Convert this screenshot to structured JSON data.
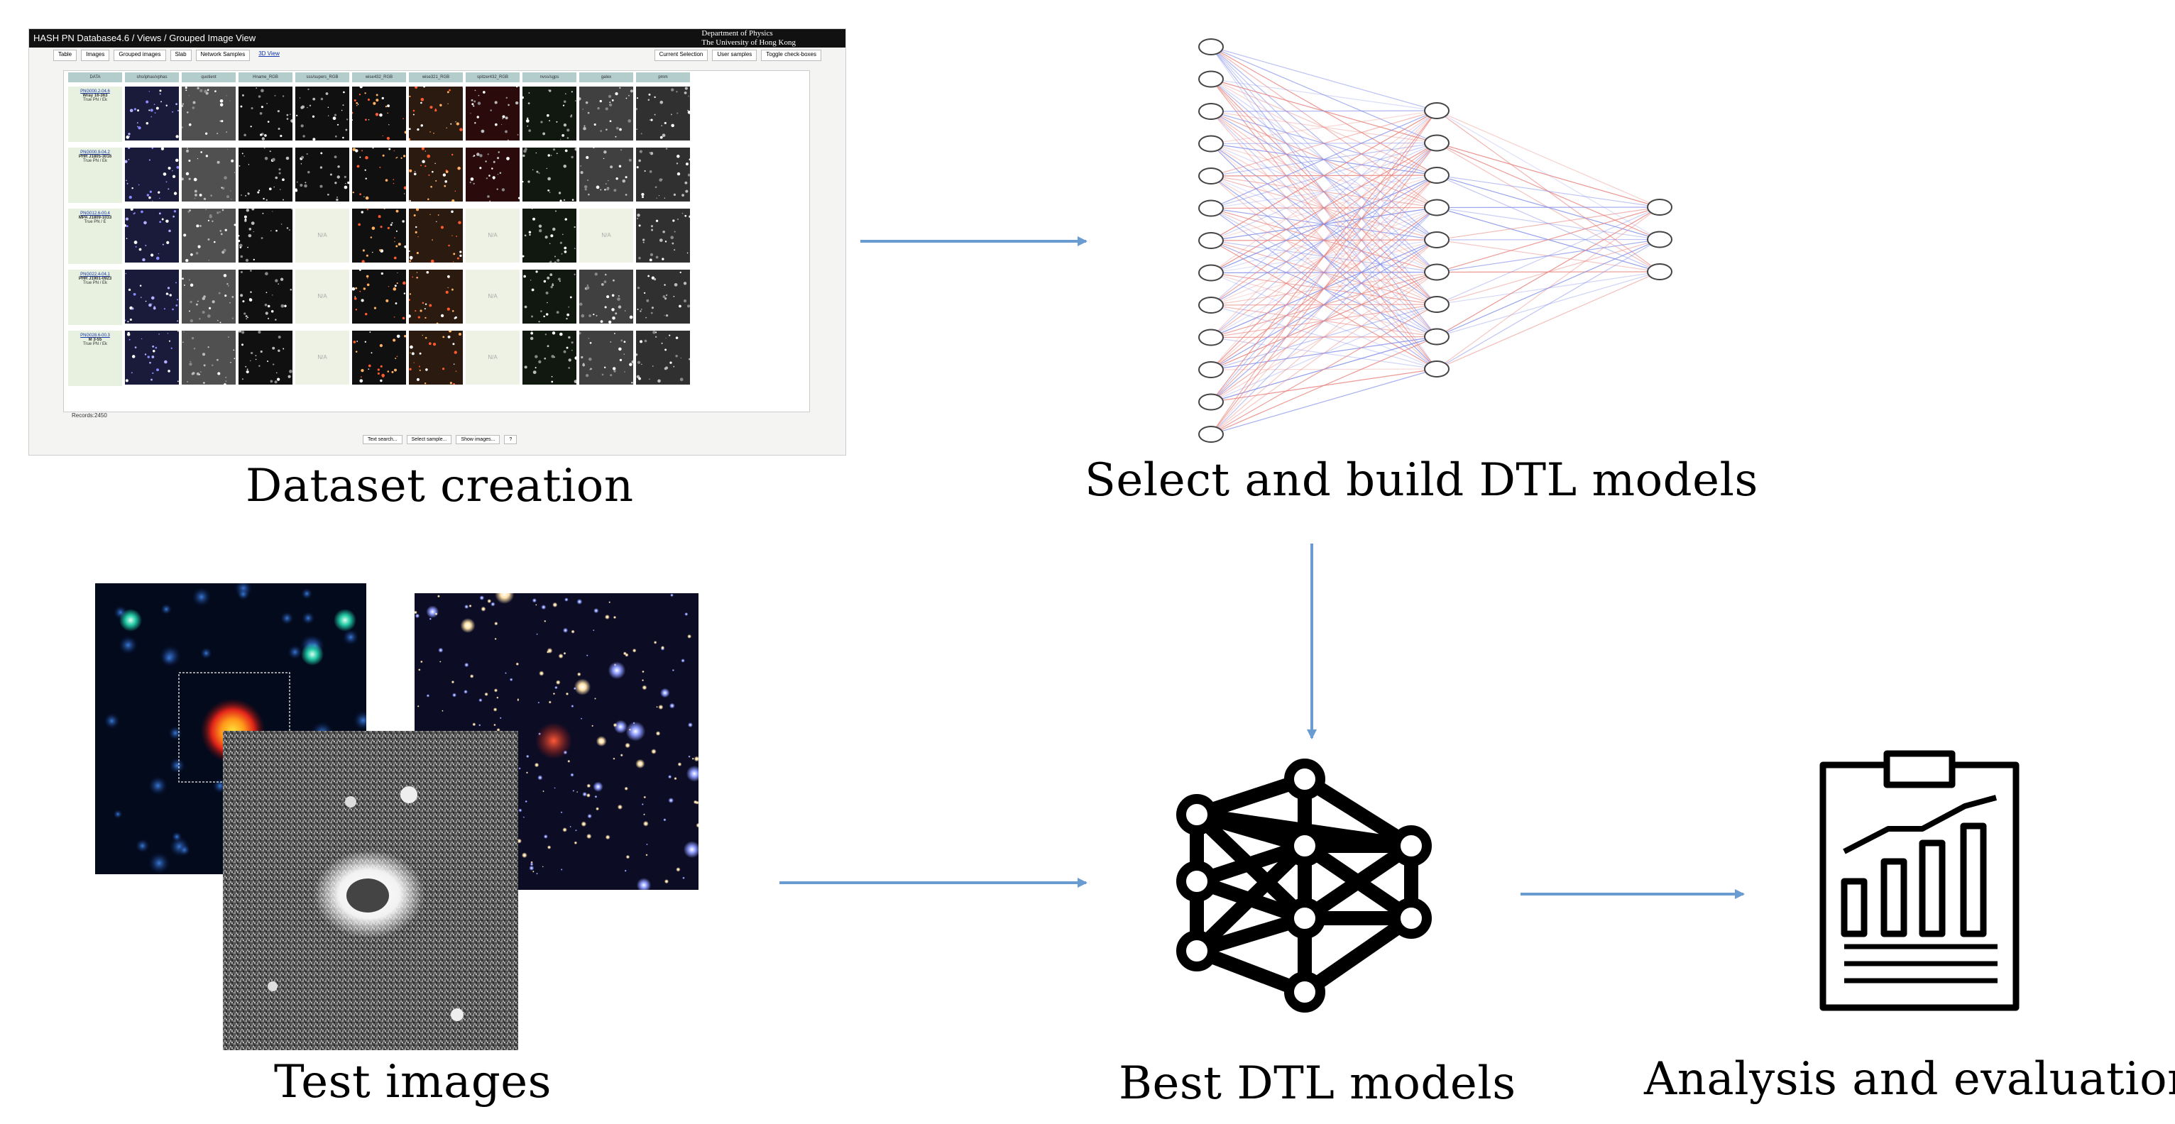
{
  "captions": {
    "dataset": "Dataset creation",
    "build": "Select and build DTL models",
    "test": "Test images",
    "best": "Best DTL models",
    "analysis": "Analysis and evaluation"
  },
  "screenshot": {
    "title": "HASH PN Database4.6 / Views / Grouped Image View",
    "department": "Department of Physics",
    "university": "The University of Hong Kong",
    "tabs": [
      "Table",
      "Images",
      "Grouped images",
      "Slab",
      "Network Samples",
      "3D View"
    ],
    "right_tabs": [
      "Current Selection",
      "User samples",
      "Toggle check-boxes"
    ],
    "columns": [
      "DATA",
      "shs/iphas/vphas",
      "quotient",
      "Hname_RGB",
      "sss/supers_RGB",
      "wise432_RGB",
      "wise321_RGB",
      "spitzer432_RGB",
      "nvss/sgps",
      "galex",
      "pmm"
    ],
    "rows": [
      {
        "id": "PNG000.2-04.6",
        "name": "Wray 16-363",
        "status": "True PN / Ek"
      },
      {
        "id": "PNG000.9-04.2",
        "name": "PHR J1805-3016",
        "status": "True PN / Ek"
      },
      {
        "id": "PNG012.6-00.4",
        "name": "MPA J1809-1033",
        "status": "True PN / E"
      },
      {
        "id": "PNG022.4-04.1",
        "name": "PHR J1901-0923",
        "status": "True PN / Ek"
      },
      {
        "id": "PNG028.6-00.3",
        "name": "M 3-55",
        "status": "True PN / Ek"
      }
    ],
    "na_label": "N/A",
    "records": "Records:2450",
    "footer_buttons": [
      "Text search...",
      "Select sample...",
      "Show images...",
      "?"
    ]
  },
  "colors": {
    "arrow": "#6a9bd1",
    "edge_red": "#e8807a",
    "edge_blue": "#7a86e8",
    "icon": "#000000"
  },
  "icons": {
    "network": "neural-network-icon",
    "report": "clipboard-chart-icon"
  }
}
